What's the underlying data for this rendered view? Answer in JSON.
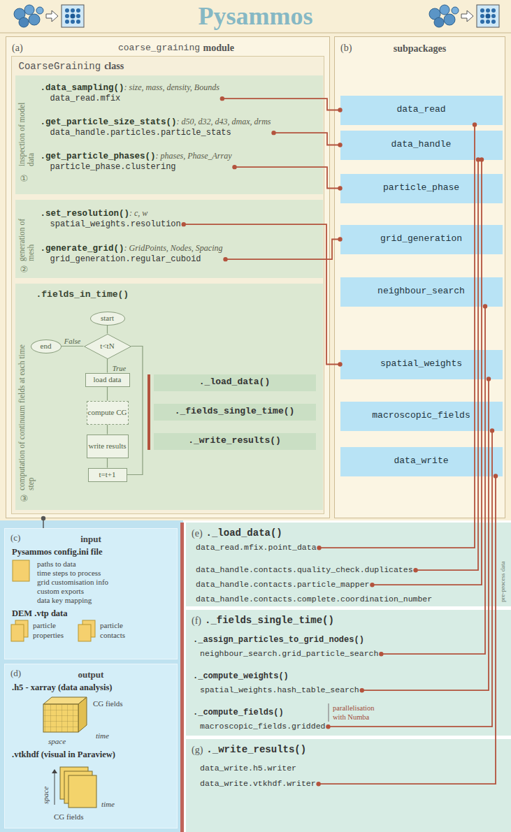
{
  "diagram": {
    "title": "Pysammos",
    "nodes": [
      {
        "text": [
          "(a)",
          "coarse_graining",
          "module"
        ]
      },
      {
        "text": [
          "CoarseGraining",
          "class"
        ],
        "in": 0
      },
      {
        "text": [
          "inspection of model data",
          "①"
        ],
        "in": 1
      },
      {
        "text": [
          ".data_sampling()",
          ": size, mass, density, Bounds",
          "data_read.mfix"
        ],
        "in": 2
      },
      {
        "text": [
          ".get_particle_size_stats()",
          ": d50, d32, d43, dmax, drms",
          "data_handle.particles.particle_stats"
        ],
        "in": 2
      },
      {
        "text": [
          ".get_particle_phases()",
          ": phases, Phase_Array",
          "particle_phase.clustering"
        ],
        "in": 2
      },
      {
        "text": [
          "generation of mesh",
          "②"
        ],
        "in": 1
      },
      {
        "text": [
          ".set_resolution()",
          ": c, w",
          "spatial_weights.resolution"
        ],
        "in": 6
      },
      {
        "text": [
          ".generate_grid()",
          ": GridPoints, Nodes, Spacing",
          "grid_generation.regular_cuboid"
        ],
        "in": 6
      },
      {
        "text": [
          "computation of continuum fields at each time step",
          "③",
          ".fields_in_time()"
        ],
        "in": 1
      },
      {
        "text": [
          "start"
        ],
        "in": 9
      },
      {
        "text": [
          "t<tN"
        ],
        "in": 9
      },
      {
        "text": [
          "end"
        ],
        "in": 9
      },
      {
        "text": [
          "load data"
        ],
        "in": 9
      },
      {
        "text": [
          "compute CG"
        ],
        "in": 9
      },
      {
        "text": [
          "write results"
        ],
        "in": 9
      },
      {
        "text": [
          "t=t+1"
        ],
        "in": 9
      },
      {
        "text": [
          "._load_data()"
        ],
        "in": 9
      },
      {
        "text": [
          "._fields_single_time()"
        ],
        "in": 9
      },
      {
        "text": [
          "._write_results()"
        ],
        "in": 9
      },
      {
        "text": [
          "(b)",
          "subpackages"
        ]
      },
      {
        "text": [
          "data_read"
        ],
        "in": 20
      },
      {
        "text": [
          "data_handle"
        ],
        "in": 20
      },
      {
        "text": [
          "particle_phase"
        ],
        "in": 20
      },
      {
        "text": [
          "grid_generation"
        ],
        "in": 20
      },
      {
        "text": [
          "neighbour_search"
        ],
        "in": 20
      },
      {
        "text": [
          "spatial_weights"
        ],
        "in": 20
      },
      {
        "text": [
          "macroscopic_fields"
        ],
        "in": 20
      },
      {
        "text": [
          "data_write"
        ],
        "in": 20
      },
      {
        "text": [
          "(c)",
          "input",
          "Pysammos config.ini file",
          "paths to data",
          "time steps to process",
          "grid customisation info",
          "custom exports",
          "data key mapping",
          "DEM .vtp data",
          "particle properties",
          "particle contacts"
        ]
      },
      {
        "text": [
          "(d)",
          "output",
          ".h5 - xarray (data analysis)",
          "CG fields",
          "space",
          "time",
          ".vtkhdf (visual in Paraview)",
          "space",
          "time",
          "CG fields"
        ]
      },
      {
        "text": [
          "(e)",
          "._load_data()",
          "pre-process data"
        ]
      },
      {
        "text": [
          "data_read.mfix.point_data"
        ],
        "in": 31
      },
      {
        "text": [
          "data_handle.contacts.quality_check.duplicates"
        ],
        "in": 31
      },
      {
        "text": [
          "data_handle.contacts.particle_mapper"
        ],
        "in": 31
      },
      {
        "text": [
          "data_handle.contacts.complete.coordination_number"
        ],
        "in": 31
      },
      {
        "text": [
          "(f)",
          "._fields_single_time()",
          "._assign_particles_to_grid_nodes()",
          "._compute_weights()",
          "._compute_fields()",
          "parallelisation with Numba"
        ]
      },
      {
        "text": [
          "neighbour_search.grid_particle_search"
        ],
        "in": 36
      },
      {
        "text": [
          "spatial_weights.hash_table_search"
        ],
        "in": 36
      },
      {
        "text": [
          "macroscopic_fields.gridded"
        ],
        "in": 36
      },
      {
        "text": [
          "(g)",
          "._write_results()"
        ]
      },
      {
        "text": [
          "data_write.h5.writer"
        ],
        "in": 40
      },
      {
        "text": [
          "data_write.vtkhdf.writer"
        ],
        "in": 40
      }
    ],
    "edges": [
      {
        "from": 3,
        "to": 21,
        "arrow": "none"
      },
      {
        "from": 4,
        "to": 22,
        "arrow": "none"
      },
      {
        "from": 5,
        "to": 23,
        "arrow": "none"
      },
      {
        "from": 7,
        "to": 26,
        "arrow": "none"
      },
      {
        "from": 8,
        "to": 24,
        "arrow": "none"
      },
      {
        "from": 10,
        "to": 11,
        "arrow": "none"
      },
      {
        "from": 11,
        "to": 12,
        "label": "False",
        "arrow": "none"
      },
      {
        "from": 11,
        "to": 13,
        "label": "True",
        "arrow": "none"
      },
      {
        "from": 13,
        "to": 14,
        "arrow": "none"
      },
      {
        "from": 14,
        "to": 15,
        "arrow": "none"
      },
      {
        "from": 15,
        "to": 16,
        "arrow": "none"
      },
      {
        "from": 16,
        "to": 11,
        "arrow": "none"
      },
      {
        "from": 0,
        "to": 29,
        "arrow": "none"
      },
      {
        "from": 21,
        "to": 32,
        "arrow": "none"
      },
      {
        "from": 22,
        "to": 33,
        "arrow": "none"
      },
      {
        "from": 22,
        "to": 34,
        "arrow": "none"
      },
      {
        "from": 25,
        "to": 37,
        "arrow": "none"
      },
      {
        "from": 26,
        "to": 38,
        "arrow": "none"
      },
      {
        "from": 27,
        "to": 39,
        "arrow": "none"
      },
      {
        "from": 28,
        "to": 42,
        "arrow": "none"
      }
    ]
  }
}
